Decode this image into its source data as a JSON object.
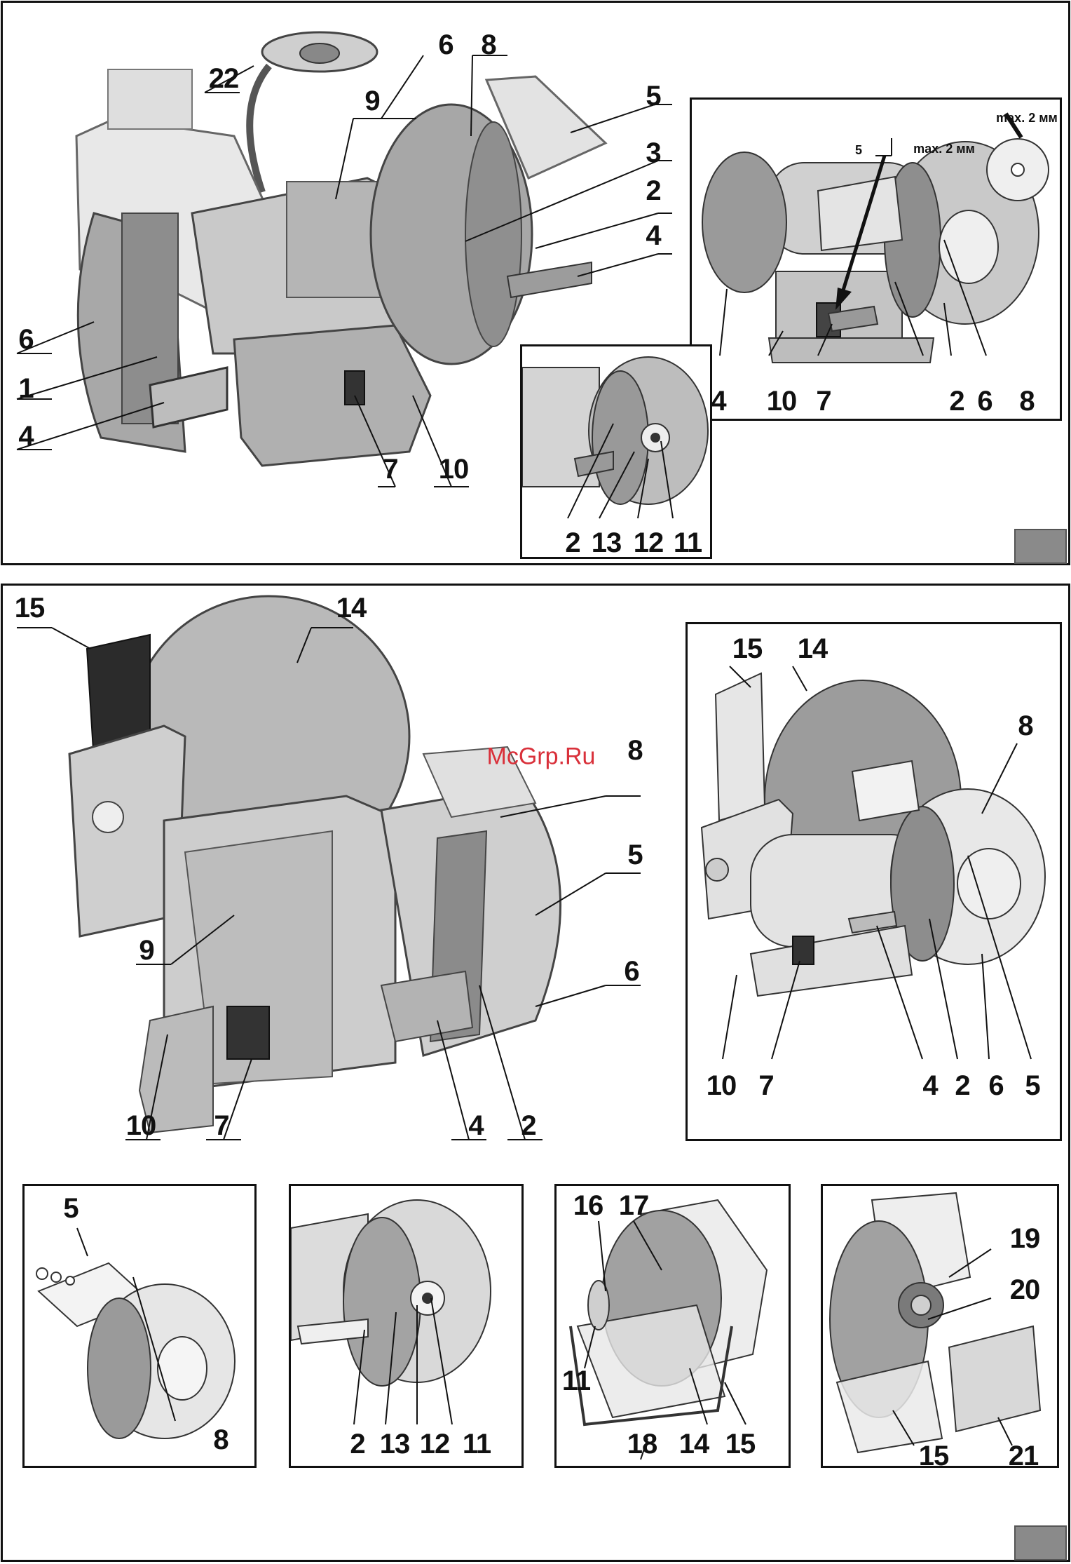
{
  "watermark": "McGrp.Ru",
  "page_top": {
    "callouts": [
      "22",
      "6",
      "8",
      "9",
      "5",
      "3",
      "2",
      "4",
      "6",
      "1",
      "4",
      "7",
      "10"
    ],
    "inset_top_right": {
      "callouts": [
        "4",
        "10",
        "7",
        "2",
        "6",
        "8"
      ],
      "small_label": "5",
      "max_gap_1": "max. 2 мм",
      "max_gap_2": "max. 2 мм"
    },
    "inset_center": {
      "callouts": [
        "2",
        "13",
        "12",
        "11"
      ]
    }
  },
  "page_bottom": {
    "main_callouts": [
      "14",
      "15",
      "8",
      "5",
      "9",
      "6",
      "10",
      "7",
      "4",
      "2"
    ],
    "right_panel_callouts": [
      "15",
      "14",
      "8",
      "10",
      "7",
      "4",
      "2",
      "6",
      "5"
    ],
    "detail_guard_callouts": [
      "5",
      "8"
    ],
    "detail_wheel_callouts": [
      "2",
      "13",
      "12",
      "11"
    ],
    "detail_water_callouts": [
      "16",
      "17",
      "11",
      "18",
      "14",
      "15"
    ],
    "detail_gear_callouts": [
      "19",
      "20",
      "15",
      "21"
    ]
  },
  "colors": {
    "line": "#111111",
    "metal_light": "#d8d8d8",
    "metal_mid": "#a9a9a9",
    "metal_dark": "#6f6f6f",
    "wheel": "#9a9a9a",
    "watermark": "#d9303a"
  }
}
